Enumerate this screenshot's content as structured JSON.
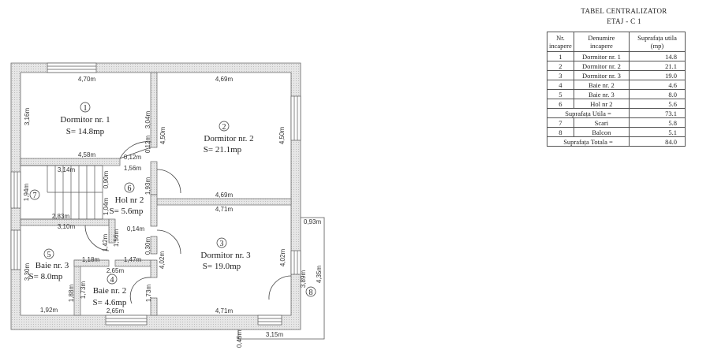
{
  "table": {
    "title": "TABEL CENTRALIZATOR",
    "subtitle": "ETAJ - C 1",
    "headers": [
      "Nr. incapere",
      "Denumire incapere",
      "Suprafața utila (mp)"
    ],
    "header_lines": {
      "col1_a": "Nr.",
      "col1_b": "incapere",
      "col2_a": "Denumire",
      "col2_b": "incapere",
      "col3_a": "Suprafața utila",
      "col3_b": "(mp)"
    },
    "rows": [
      {
        "nr": "1",
        "name": "Dormitor nr. 1",
        "area": "14.8"
      },
      {
        "nr": "2",
        "name": "Dormitor nr. 2",
        "area": "21.1"
      },
      {
        "nr": "3",
        "name": "Dormitor nr. 3",
        "area": "19.0"
      },
      {
        "nr": "4",
        "name": "Baie nr. 2",
        "area": "4.6"
      },
      {
        "nr": "5",
        "name": "Baie nr. 3",
        "area": "8.0"
      },
      {
        "nr": "6",
        "name": "Hol nr 2",
        "area": "5.6"
      }
    ],
    "subtotal": {
      "label": "Suprafața Utila   =",
      "value": "73.1"
    },
    "extra_rows": [
      {
        "nr": "7",
        "name": "Scari",
        "area": "5.8"
      },
      {
        "nr": "8",
        "name": "Balcon",
        "area": "5.1"
      }
    ],
    "total": {
      "label": "Suprafața Totala =",
      "value": "84.0"
    }
  },
  "plan": {
    "rooms": [
      {
        "num": "1",
        "name": "Dormitor nr. 1",
        "area": "S= 14.8mp"
      },
      {
        "num": "2",
        "name": "Dormitor nr. 2",
        "area": "S= 21.1mp"
      },
      {
        "num": "3",
        "name": "Dormitor nr. 3",
        "area": "S= 19.0mp"
      },
      {
        "num": "4",
        "name": "Baie nr. 2",
        "area": "S= 4.6mp"
      },
      {
        "num": "5",
        "name": "Baie nr. 3",
        "area": "S= 8.0mp"
      },
      {
        "num": "6",
        "name": "Hol nr 2",
        "area": "S= 5.6mp"
      },
      {
        "num": "7"
      },
      {
        "num": "8"
      }
    ],
    "dims": {
      "d1_top": "4,70m",
      "d1_left": "3,16m",
      "d1_bottom": "4,58m",
      "d1_right": "3,04m",
      "d1_small": "0,12m",
      "d1_small_h": "0,12m",
      "d2_top": "4,69m",
      "d2_left": "4,50m",
      "d2_right": "4,50m",
      "d2_bottom": "4,69m",
      "stair_top": "3,14m",
      "stair_right": "0,90m",
      "stair_left": "1,94m",
      "stair_bottom": "2,83m",
      "stair_inner": "1,04m",
      "hol_top": "1,56m",
      "hol_right": "1,93m",
      "hol_small": "0,14m",
      "hol_small_v": "0,30m",
      "b3_top": "3,10m",
      "b3_left": "3,30m",
      "b3_bottom": "1,92m",
      "b3_right": "1,88m",
      "b3_mid": "1,18m",
      "b3_door": "1,42m",
      "b3_door2": "1,56m",
      "b2_top": "2,65m",
      "b2_bottom": "2,65m",
      "b2_left": "1,73m",
      "b2_right": "1,73m",
      "b2_mid": "1,47m",
      "d3_top": "4,71m",
      "d3_bottom": "4,71m",
      "d3_left": "4,02m",
      "d3_right": "4,02m",
      "bal_top": "0,93m",
      "bal_inner": "3,89m",
      "bal_right": "4,35m",
      "bal_bottom": "3,15m",
      "bal_small": "0,45m"
    }
  }
}
